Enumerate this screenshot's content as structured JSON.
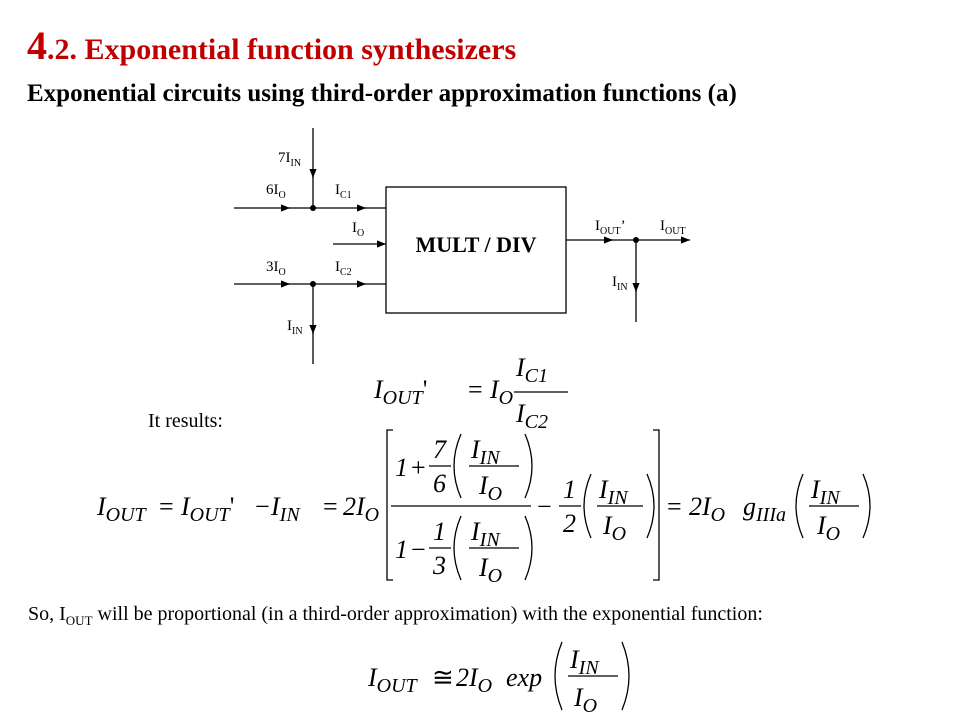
{
  "heading": {
    "number_big": "4",
    "number_rest": ".2.",
    "title": "Exponential function synthesizers"
  },
  "subtitle": "Exponential circuits using third-order approximation functions (a)",
  "circuit": {
    "block_label": "MULT / DIV",
    "labels": {
      "seven_i_in": {
        "pre": "7I",
        "sub": "IN"
      },
      "six_i_o": {
        "pre": "6I",
        "sub": "O"
      },
      "i_c1": {
        "pre": "I",
        "sub": "C1"
      },
      "i_o": {
        "pre": "I",
        "sub": "O"
      },
      "three_i_o": {
        "pre": "3I",
        "sub": "O"
      },
      "i_c2": {
        "pre": "I",
        "sub": "C2"
      },
      "i_in_bottom": {
        "pre": "I",
        "sub": "IN"
      },
      "i_out_prime": {
        "pre": "I",
        "sub": "OUT",
        "post": "’"
      },
      "i_out": {
        "pre": "I",
        "sub": "OUT"
      },
      "i_in_right": {
        "pre": "I",
        "sub": "IN"
      }
    }
  },
  "equation1": {
    "lhs": "I",
    "lhs_sub": "OUT",
    "lhs_prime": "'",
    "equals": "=",
    "factor": "I",
    "factor_sub": "O",
    "num": "I",
    "num_sub": "C1",
    "den": "I",
    "den_sub": "C2"
  },
  "results_text": "It results:",
  "equation2": {
    "lhs": "I",
    "lhs_sub": "OUT",
    "equals1": "=",
    "term1": "I",
    "term1_sub": "OUT",
    "term1_prime": "'",
    "minus1": "−",
    "term2": "I",
    "term2_sub": "IN",
    "equals2": "=",
    "coef": "2I",
    "coef_sub": "O",
    "num_one": "1",
    "num_plus": "+",
    "frac_7": "7",
    "frac_6": "6",
    "ratio_top": "I",
    "ratio_top_sub": "IN",
    "ratio_bottom": "I",
    "ratio_bottom_sub": "O",
    "den_one": "1",
    "den_minus": "−",
    "frac_1": "1",
    "frac_3": "3",
    "minus2": "−",
    "half_1": "1",
    "half_2": "2",
    "equals3": "=",
    "rhs_coef": "2I",
    "rhs_coef_sub": "O",
    "g": "g",
    "g_sub": "IIIa"
  },
  "so_text": {
    "pre": "So, I",
    "sub": "OUT",
    "post": " will be proportional (in a third-order approximation) with the exponential function:"
  },
  "equation3": {
    "lhs": "I",
    "lhs_sub": "OUT",
    "approx": "≅",
    "coef": "2I",
    "coef_sub": "O",
    "exp": "exp",
    "ratio_top": "I",
    "ratio_top_sub": "IN",
    "ratio_bottom": "I",
    "ratio_bottom_sub": "O"
  }
}
